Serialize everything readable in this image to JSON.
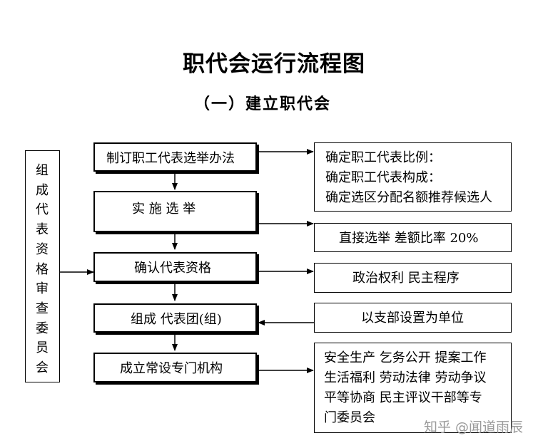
{
  "title": "职代会运行流程图",
  "subtitle": "（一）建立职代会",
  "side_box": {
    "label": "组成代表资格审查委员会"
  },
  "steps": [
    {
      "label": "制订职工代表选举办法"
    },
    {
      "label": "实  施  选  举"
    },
    {
      "label": "确认代表资格"
    },
    {
      "label": "组成  代表团(组)"
    },
    {
      "label": "成立常设专门机构"
    }
  ],
  "notes": [
    {
      "lines": [
        "确定职工代表比例：",
        "确定职工代表构成：",
        "确定选区分配名额推荐候选人"
      ]
    },
    {
      "lines": [
        "直接选举    差额比率 20%"
      ]
    },
    {
      "lines": [
        "政治权利    民主程序"
      ]
    },
    {
      "lines": [
        "以支部设置为单位"
      ]
    },
    {
      "lines": [
        "安全生产  乞务公开  提案工作",
        "生活福利  劳动法律  劳动争议",
        "平等协商  民主评议干部等专",
        "门委员会"
      ]
    }
  ],
  "watermark": "知乎 @闻道雨辰"
}
